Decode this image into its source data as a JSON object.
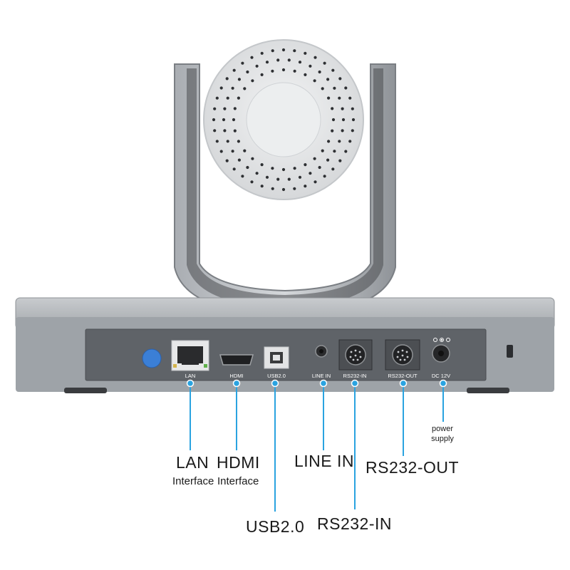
{
  "ports": {
    "lan": "LAN",
    "hdmi": "HDMI",
    "usb": "USB2.0",
    "line_in": "LINE IN",
    "rs232_in": "RS232-IN",
    "rs232_out": "RS232-OUT",
    "dc": "DC 12V"
  },
  "callouts": {
    "lan": "LAN",
    "hdmi": "HDMI",
    "lan_sub": "Interface",
    "hdmi_sub": "Interface",
    "line_in": "LINE IN",
    "rs232_out": "RS232-OUT",
    "usb": "USB2.0",
    "rs232_in": "RS232-IN",
    "power_line1": "power",
    "power_line2": "supply"
  },
  "colors": {
    "callout_line": "#2aa3e0",
    "dot": "#2aa3e0",
    "body": "#9ea3a8",
    "panel": "#5f6368",
    "button": "#3b7fd6"
  }
}
